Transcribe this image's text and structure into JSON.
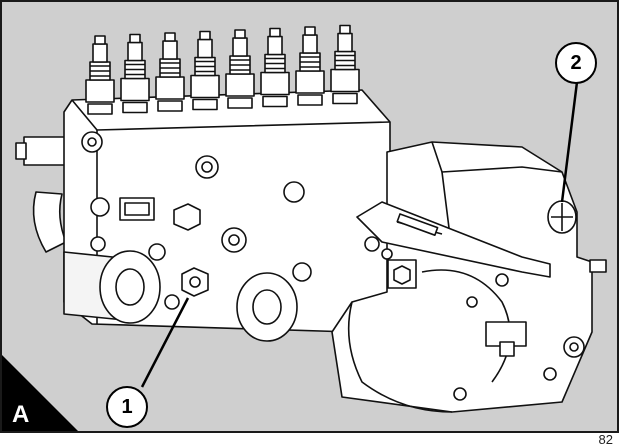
{
  "figure": {
    "corner_label": "A",
    "callouts": [
      {
        "label": "1"
      },
      {
        "label": "2"
      }
    ],
    "page_number": "82"
  },
  "colors": {
    "background": "#cfcfcf",
    "line": "#111111",
    "callout_fill": "#ffffff",
    "corner_fill": "#000000"
  }
}
